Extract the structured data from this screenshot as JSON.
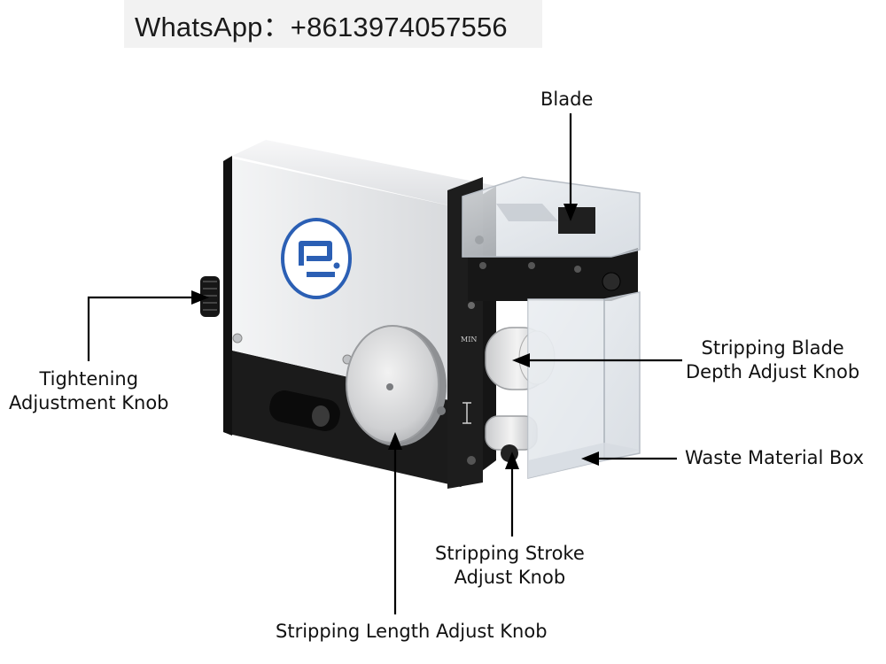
{
  "contact": {
    "text": "WhatsApp：+8613974057556"
  },
  "callouts": {
    "blade": {
      "lines": [
        "Blade"
      ]
    },
    "tightening_knob": {
      "lines": [
        "Tightening",
        "Adjustment Knob"
      ]
    },
    "blade_depth_knob": {
      "lines": [
        "Stripping Blade",
        "Depth Adjust Knob"
      ]
    },
    "waste_box": {
      "lines": [
        "Waste Material Box"
      ]
    },
    "stroke_knob": {
      "lines": [
        "Stripping Stroke",
        "Adjust Knob"
      ]
    },
    "length_knob": {
      "lines": [
        "Stripping Length Adjust Knob"
      ]
    }
  },
  "machine": {
    "panel_marking": "MIN",
    "colors": {
      "housing_white": "#e9eaec",
      "housing_black": "#1b1b1b",
      "logo_blue": "#2b5fb4",
      "acrylic": "#dfe4ea"
    }
  }
}
